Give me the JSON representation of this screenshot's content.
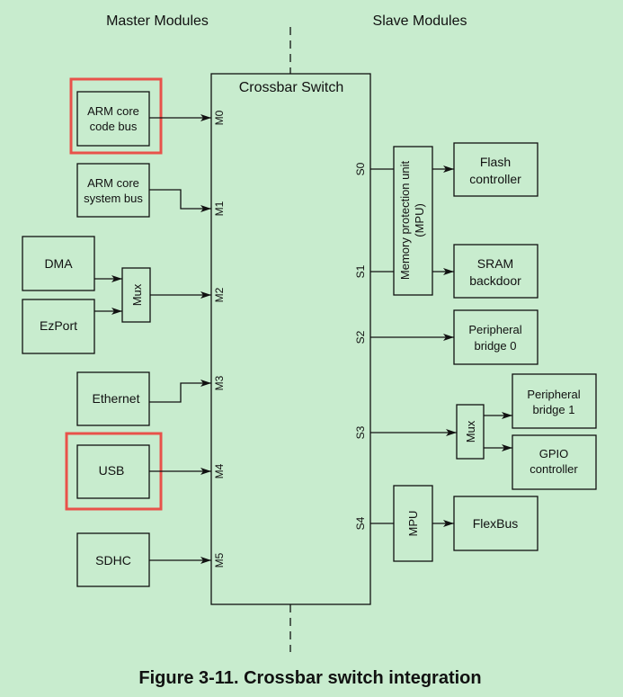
{
  "colors": {
    "background": "#c8ecce",
    "highlight": "#e8524a",
    "line": "#111111"
  },
  "headers": {
    "master": "Master Modules",
    "slave": "Slave Modules"
  },
  "crossbar": {
    "title": "Crossbar Switch",
    "master_ports": [
      "M0",
      "M1",
      "M2",
      "M3",
      "M4",
      "M5"
    ],
    "slave_ports": [
      "S0",
      "S1",
      "S2",
      "S3",
      "S4"
    ]
  },
  "masters": {
    "arm_code": [
      "ARM core",
      "code bus"
    ],
    "arm_system": [
      "ARM core",
      "system bus"
    ],
    "dma": "DMA",
    "ezport": "EzPort",
    "mux": "Mux",
    "ethernet": "Ethernet",
    "usb": "USB",
    "sdhc": "SDHC"
  },
  "highlighted": [
    "ARM core code bus",
    "USB"
  ],
  "slaves": {
    "mpu_main": [
      "Memory protection unit",
      "(MPU)"
    ],
    "flash": [
      "Flash",
      "controller"
    ],
    "sram": [
      "SRAM",
      "backdoor"
    ],
    "pb0": [
      "Peripheral",
      "bridge 0"
    ],
    "mux": "Mux",
    "pb1": [
      "Peripheral",
      "bridge 1"
    ],
    "gpio": [
      "GPIO",
      "controller"
    ],
    "mpu_small": "MPU",
    "flexbus": "FlexBus"
  },
  "caption": "Figure 3-11. Crossbar switch integration"
}
